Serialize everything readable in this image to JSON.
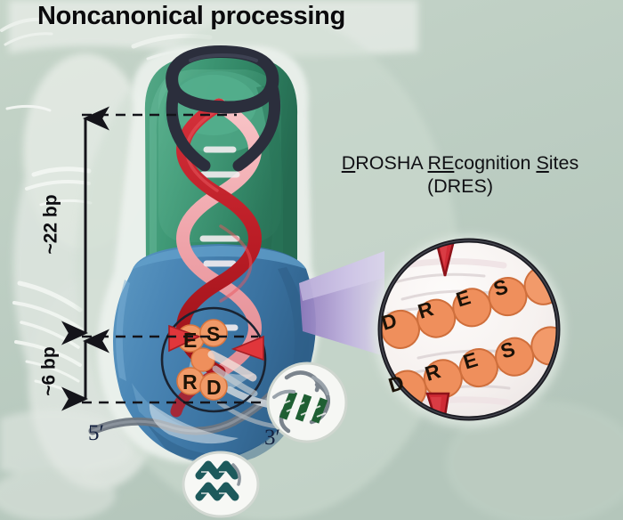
{
  "figure": {
    "title": "Noncanonical processing",
    "background_color": "#bdcec3",
    "style": "painterly scientific illustration"
  },
  "labels": {
    "dres_heading_line1_pre": "D",
    "dres_heading": "DROSHA REcognition Sites",
    "dres_heading_acronym": "(DRES)",
    "measure_top": "~22 bp",
    "measure_bottom": "~6 bp",
    "five_prime": "5′",
    "three_prime": "3′"
  },
  "inset": {
    "row1_letters": [
      "D",
      "R",
      "E",
      "S"
    ],
    "row2_letters": [
      "D",
      "R",
      "E",
      "S"
    ],
    "row1_blank_circles": 2,
    "row2_blank_circles": 2,
    "triangle_top": "red-triangle-cleavage-marker",
    "triangle_bottom": "red-triangle-cleavage-marker"
  },
  "minicircle": {
    "letters": [
      "E",
      "S",
      "R",
      "D"
    ],
    "triangles": 2
  },
  "colors": {
    "background": "#bdcec3",
    "protein_green": "#3f9a76",
    "protein_green_dark": "#2f7f5e",
    "protein_blue": "#4b87b6",
    "protein_blue_dark": "#3a6e9b",
    "rna_strand_dark": "#c0202a",
    "rna_strand_light": "#f0a8ad",
    "apical_loop": "#2b2e3c",
    "dres_orange": "#ef8f5c",
    "dres_orange_dark": "#d9763f",
    "triangle_red": "#e0363b",
    "triangle_red_dark": "#a61d24",
    "connector_purple": "#b9a9dc",
    "inset_fill": "#f7f4f2",
    "inset_border": "#1b1b22",
    "ribbon_green": "#1f5f33",
    "ribbon_gray": "#8a939c",
    "sheet_teal": "#1d5a5c",
    "text_dark": "#0d0d11",
    "prime_navy": "#14213f"
  }
}
